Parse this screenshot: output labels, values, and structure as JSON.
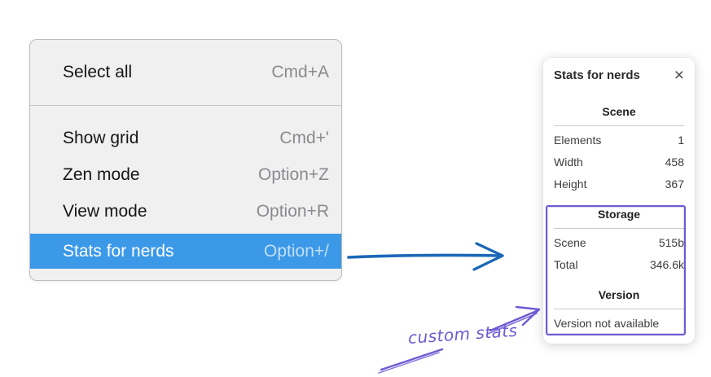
{
  "context_menu": {
    "items": [
      {
        "label": "Select all",
        "shortcut": "Cmd+A"
      },
      {
        "label": "Show grid",
        "shortcut": "Cmd+'"
      },
      {
        "label": "Zen mode",
        "shortcut": "Option+Z"
      },
      {
        "label": "View mode",
        "shortcut": "Option+R"
      },
      {
        "label": "Stats for nerds",
        "shortcut": "Option+/",
        "highlighted": true
      }
    ],
    "highlight_color": "#3b99e8",
    "background_color": "#f0f0f1"
  },
  "stats_panel": {
    "title": "Stats for nerds",
    "close_icon": "×",
    "sections": [
      {
        "heading": "Scene",
        "rows": [
          {
            "label": "Elements",
            "value": "1"
          },
          {
            "label": "Width",
            "value": "458"
          },
          {
            "label": "Height",
            "value": "367"
          }
        ]
      },
      {
        "heading": "Storage",
        "rows": [
          {
            "label": "Scene",
            "value": "515b"
          },
          {
            "label": "Total",
            "value": "346.6k"
          }
        ]
      },
      {
        "heading": "Version",
        "note": "Version not available"
      }
    ]
  },
  "annotation": {
    "label": "custom stats",
    "text_color": "#6c5bd3",
    "box_color": "#6f5cd1"
  },
  "arrow": {
    "color": "#1b67b8"
  }
}
